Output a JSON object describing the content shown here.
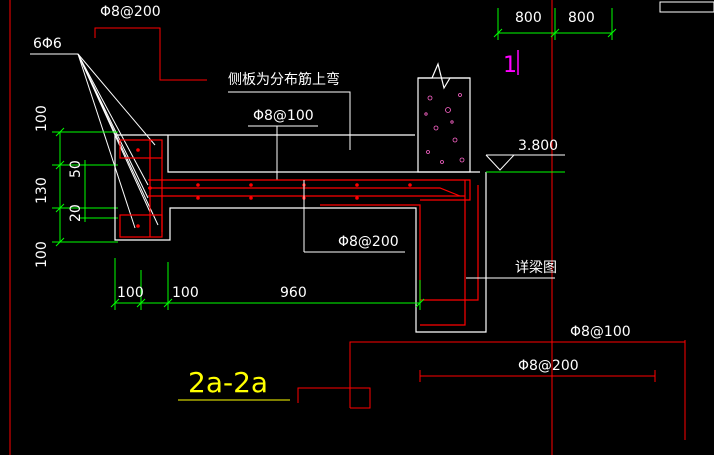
{
  "drawing": {
    "section_title": "2a-2a",
    "section_mark": "1",
    "elevation": "3.800",
    "colors": {
      "background": "#000000",
      "concrete_outline": "#ffffff",
      "rebar": "#ff0000",
      "dimension": "#00ff00",
      "title": "#ffff00",
      "section_mark": "#ff00ff"
    },
    "rebar_labels": {
      "top_left": "Φ8@200",
      "stirrup_count": "6Φ6",
      "side_note": "侧板为分布筋上弯",
      "mid_top": "Φ8@100",
      "mid_bottom": "Φ8@200",
      "detail_label": "详梁图",
      "right_top": "Φ8@100",
      "right_bottom": "Φ8@200"
    },
    "dimensions": {
      "top_800_a": "800",
      "top_800_b": "800",
      "vert_100_top": "100",
      "vert_50": "50",
      "vert_130": "130",
      "vert_20": "20",
      "vert_100_bottom": "100",
      "horiz_100_a": "100",
      "horiz_100_b": "100",
      "horiz_960": "960"
    }
  }
}
